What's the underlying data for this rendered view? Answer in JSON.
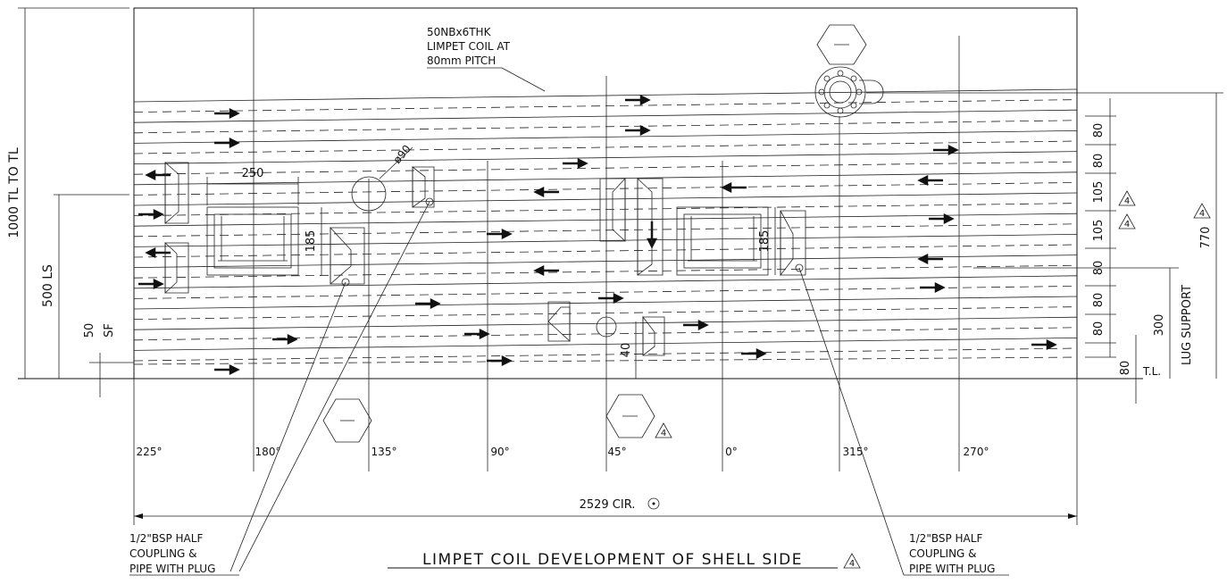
{
  "title": "LIMPET COIL DEVELOPMENT OF SHELL SIDE",
  "revision_mark": "4",
  "coil_note": [
    "50NBx6THK",
    "LIMPET COIL AT",
    "80mm PITCH"
  ],
  "coupling_note": [
    "1/2\"BSP HALF",
    "COUPLING &",
    "PIPE WITH PLUG"
  ],
  "angles": [
    "225°",
    "180°",
    "135°",
    "90°",
    "45°",
    "0°",
    "315°",
    "270°"
  ],
  "dimensions": {
    "overall_height": "1000 TL TO TL",
    "ls": "500 LS",
    "sf_top": "50",
    "sf_bottom": "SF",
    "circumference": "2529 CIR.",
    "pad_width": "250",
    "pad_height": "185",
    "hole_dia": "ø90",
    "nozzle_gap": "40",
    "lug_support_height": "300",
    "lug_support": "LUG SUPPORT",
    "coil_height": "770",
    "tl_label": "T.L.",
    "pitch_stack": [
      "80",
      "80",
      "105",
      "105",
      "80",
      "80",
      "80",
      "80"
    ]
  },
  "colors": {
    "line": "#111111",
    "background": "#ffffff"
  }
}
